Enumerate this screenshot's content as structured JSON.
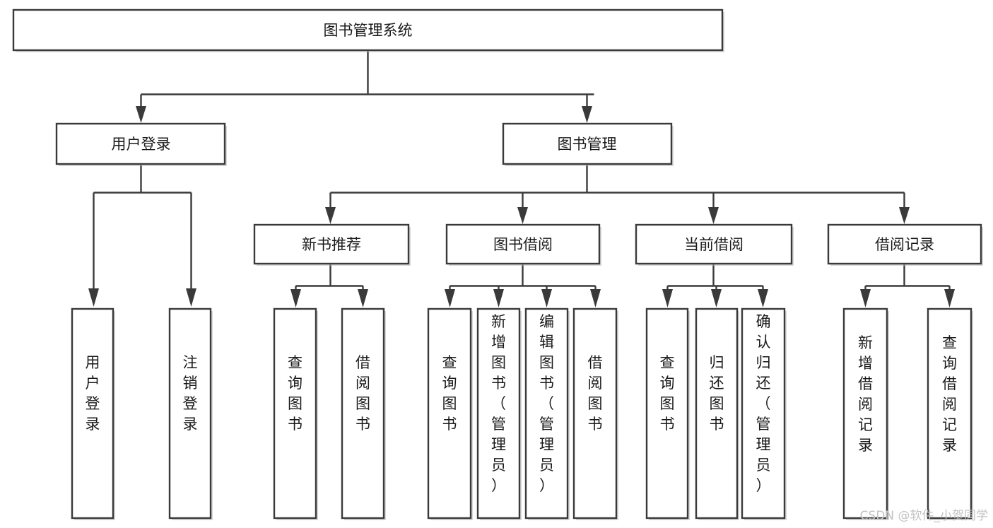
{
  "diagram": {
    "type": "tree-hierarchy-flowchart",
    "title": "图书管理系统",
    "colors": {
      "background": "#ffffff",
      "box_fill": "#ffffff",
      "box_stroke": "#3a3a3a",
      "connector": "#3a3a3a",
      "label_text": "#1a1a1a",
      "watermark_text": "#c2c2c2"
    },
    "root": {
      "label": "图书管理系统"
    },
    "level2": [
      {
        "id": "user-login",
        "label": "用户登录"
      },
      {
        "id": "book-management",
        "label": "图书管理"
      }
    ],
    "level3": [
      {
        "id": "new-book-recommend",
        "label": "新书推荐",
        "parent": "book-management"
      },
      {
        "id": "book-borrow",
        "label": "图书借阅",
        "parent": "book-management"
      },
      {
        "id": "current-borrow",
        "label": "当前借阅",
        "parent": "book-management"
      },
      {
        "id": "borrow-record",
        "label": "借阅记录",
        "parent": "book-management"
      }
    ],
    "leaves": {
      "user-login": [
        {
          "id": "leaf-user-login",
          "label": "用户登录"
        },
        {
          "id": "leaf-user-logout",
          "label": "注销登录"
        }
      ],
      "new-book-recommend": [
        {
          "id": "leaf-query-book-1",
          "label": "查询图书"
        },
        {
          "id": "leaf-borrow-book-1",
          "label": "借阅图书"
        }
      ],
      "book-borrow": [
        {
          "id": "leaf-query-book-2",
          "label": "查询图书"
        },
        {
          "id": "leaf-add-book",
          "label": "新增图书（管理员）"
        },
        {
          "id": "leaf-edit-book",
          "label": "编辑图书（管理员）"
        },
        {
          "id": "leaf-borrow-book-2",
          "label": "借阅图书"
        }
      ],
      "current-borrow": [
        {
          "id": "leaf-query-book-3",
          "label": "查询图书"
        },
        {
          "id": "leaf-return-book",
          "label": "归还图书"
        },
        {
          "id": "leaf-confirm-return",
          "label": "确认归还（管理员）"
        }
      ],
      "borrow-record": [
        {
          "id": "leaf-add-record",
          "label": "新增借阅记录"
        },
        {
          "id": "leaf-query-record",
          "label": "查询借阅记录"
        }
      ]
    }
  },
  "watermark": {
    "text": "CSDN @软件_小贺同学"
  }
}
